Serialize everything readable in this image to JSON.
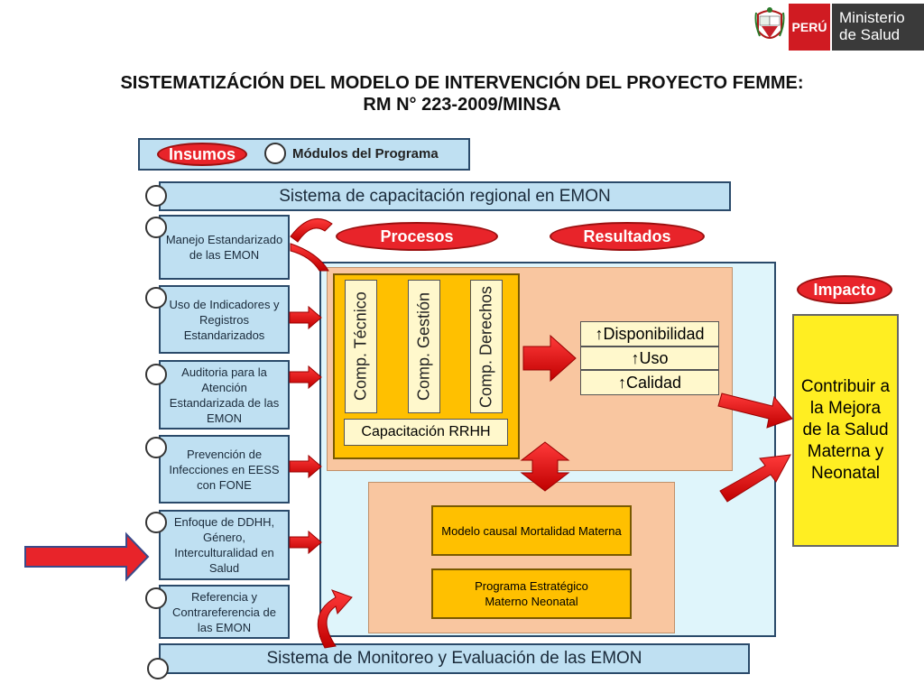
{
  "header": {
    "ministry_country": "PERÚ",
    "ministry_line1": "Ministerio",
    "ministry_line2": "de Salud",
    "title_line1": "SISTEMATIZÁCIÓN DEL MODELO DE INTERVENCIÓN  DEL PROYECTO FEMME:",
    "title_line2": "RM N° 223-2009/MINSA"
  },
  "diagram": {
    "insumos_label": "Insumos",
    "modulos_label": "Módulos del Programa",
    "capacitacion_regional": "Sistema de capacitación regional en EMON",
    "procesos_label": "Procesos",
    "resultados_label": "Resultados",
    "impacto_label": "Impacto",
    "modules": [
      {
        "label": "Manejo Estandarizado de las EMON"
      },
      {
        "label": "Uso de Indicadores y Registros Estandarizados"
      },
      {
        "label": "Auditoria para la Atención Estandarizada de las EMON"
      },
      {
        "label": "Prevención de Infecciones en EESS con FONE"
      },
      {
        "label": "Enfoque de DDHH, Género, Interculturalidad en Salud"
      },
      {
        "label": "Referencia y Contrareferencia de las EMON"
      }
    ],
    "components": [
      {
        "label": "Comp. Técnico"
      },
      {
        "label": "Comp. Gestión"
      },
      {
        "label": "Comp. Derechos"
      }
    ],
    "capacitacion_rrhh": "Capacitación RRHH",
    "results": [
      {
        "label": "↑Disponibilidad"
      },
      {
        "label": "↑Uso"
      },
      {
        "label": "↑Calidad"
      }
    ],
    "modelo_causal": "Modelo causal Mortalidad Materna",
    "programa_estrategico": "Programa Estratégico Materno Neonatal",
    "impact_text": "Contribuir a la Mejora de la Salud Materna y Neonatal",
    "monitoreo": "Sistema de Monitoreo y Evaluación de las EMON"
  },
  "colors": {
    "accent_red": "#e8242a",
    "panel_blue": "#bfe0f2",
    "orange": "#ffc000",
    "impact_yellow": "#ffee22"
  }
}
